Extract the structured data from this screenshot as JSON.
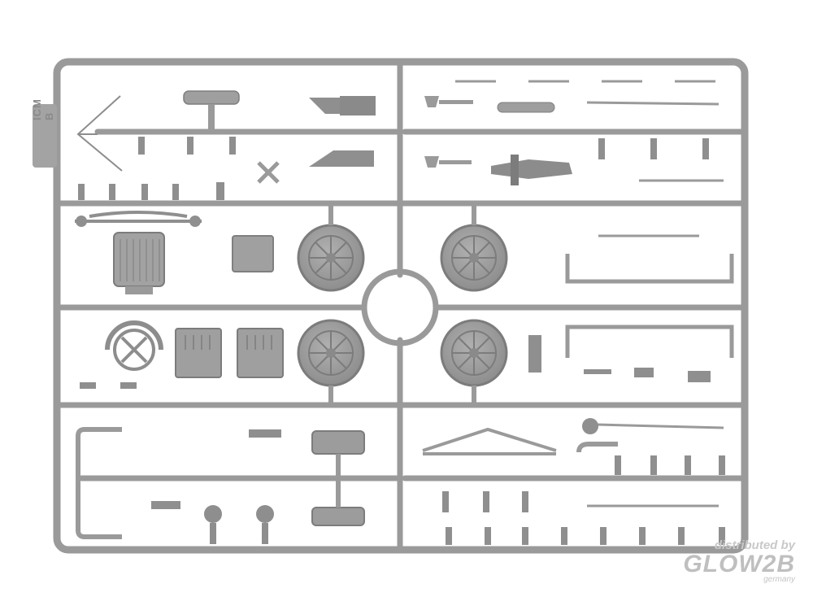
{
  "image": {
    "subject": "plastic model kit sprue",
    "colors": {
      "background": "#ffffff",
      "plastic": "#9a9a9a",
      "plastic_dark": "#7c7c7c",
      "plastic_light": "#b3b3b3"
    }
  },
  "sprue": {
    "tab_letter": "B",
    "tab_brand_mark": "ICM"
  },
  "watermark": {
    "line1": "distributed by",
    "logo": "GLOW2B",
    "line3": "germany"
  }
}
